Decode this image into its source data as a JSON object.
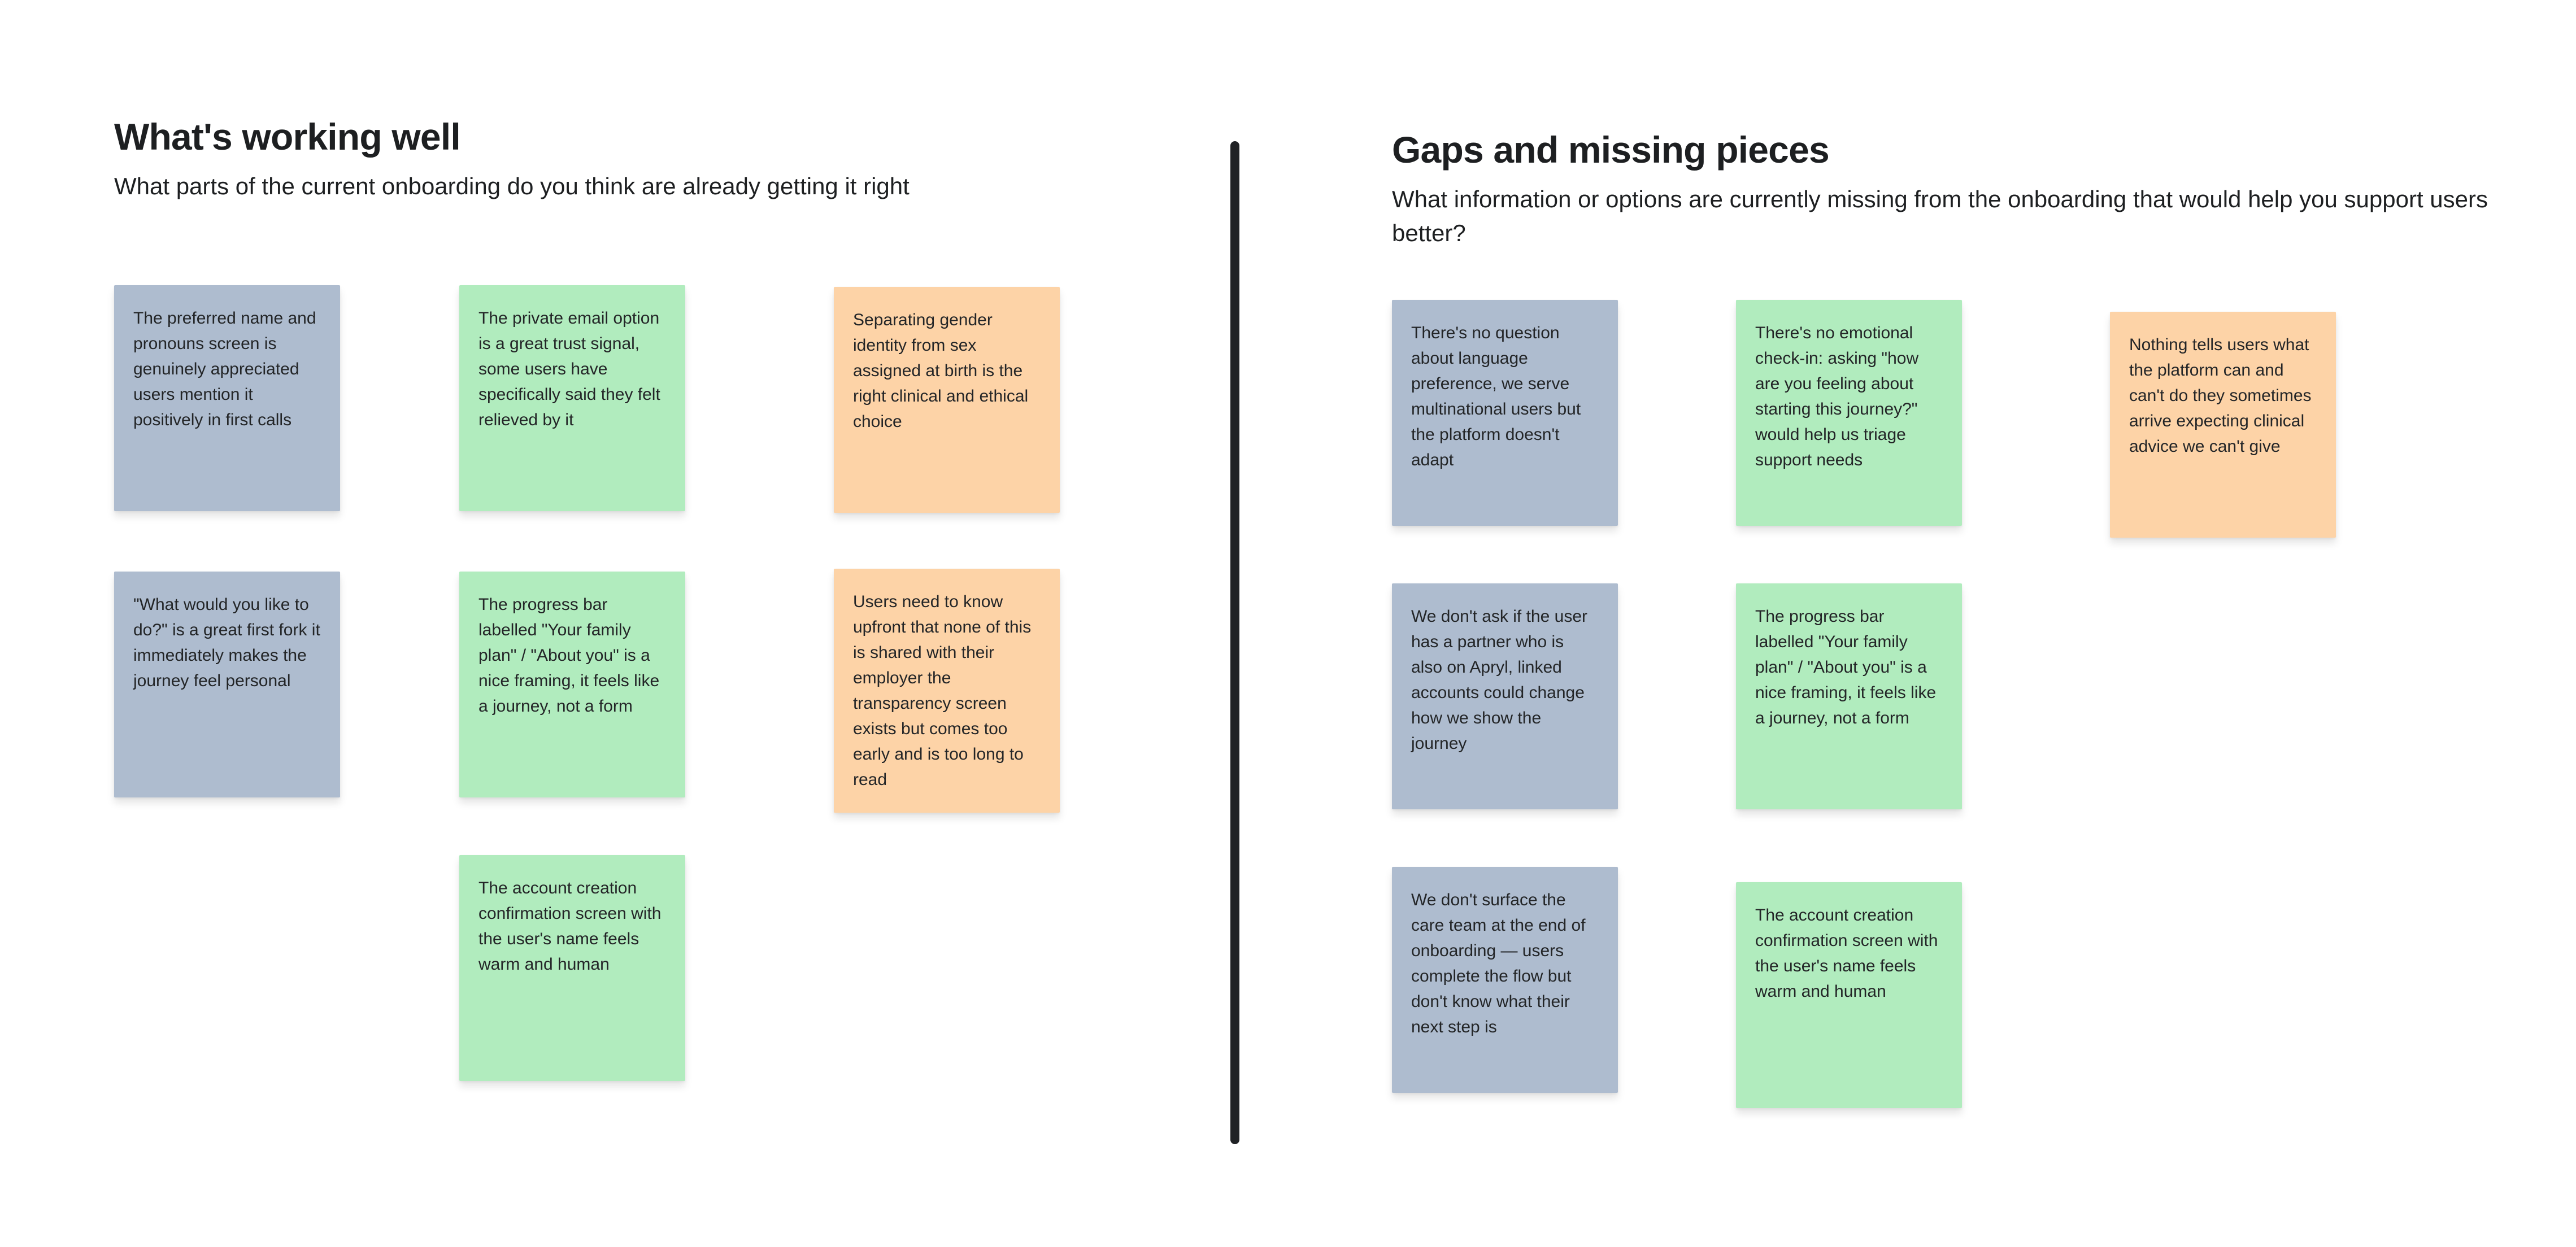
{
  "board": {
    "background": "#ffffff",
    "divider_color": "#202225",
    "note_colors": {
      "blue": "#aebccf",
      "green": "#b1ecbe",
      "orange": "#fdd3a7"
    },
    "text_color": "#232527",
    "heading_color": "#1d1f21"
  },
  "left": {
    "title": "What's working well",
    "subtitle": "What parts of the current onboarding do you think are already getting it right",
    "notes": [
      {
        "color": "blue",
        "text": "The preferred name and pronouns screen is genuinely appreciated users mention it positively in first calls"
      },
      {
        "color": "green",
        "text": "The private email option is a great trust signal, some users have specifically said they felt relieved by it"
      },
      {
        "color": "orange",
        "text": "Separating gender identity from sex assigned at birth is the right clinical and ethical choice"
      },
      {
        "color": "blue",
        "text": "\"What would you like to do?\" is a great first fork it immediately makes the journey feel personal"
      },
      {
        "color": "green",
        "text": "The progress bar labelled \"Your family plan\" / \"About you\" is a nice framing, it feels like a journey, not a form"
      },
      {
        "color": "orange",
        "text": "Users need to know upfront that none of this is shared with their employer the transparency screen exists but comes too early and is too long to read"
      },
      {
        "color": "green",
        "text": "The account creation confirmation screen with the user's name feels warm and human"
      }
    ]
  },
  "right": {
    "title": "Gaps and missing pieces",
    "subtitle": "What information or options are currently missing from the onboarding that would help you support users better?",
    "notes": [
      {
        "color": "blue",
        "text": "There's no question about language preference, we serve multinational users but the platform doesn't adapt"
      },
      {
        "color": "green",
        "text": "There's no emotional check-in: asking \"how are you feeling about starting this journey?\" would help us triage support needs"
      },
      {
        "color": "orange",
        "text": "Nothing tells users what the platform can and can't do they sometimes arrive expecting clinical advice we can't give"
      },
      {
        "color": "blue",
        "text": "We don't ask if the user has a partner who is also on Apryl, linked accounts could change how we show the journey"
      },
      {
        "color": "green",
        "text": "The progress bar labelled \"Your family plan\" / \"About you\" is a nice framing, it feels like a journey, not a form"
      },
      {
        "color": "blue",
        "text": "We don't surface the care team at the end of onboarding — users complete the flow but don't know what their next step is"
      },
      {
        "color": "green",
        "text": "The account creation confirmation screen with the user's name feels warm and human"
      }
    ]
  }
}
